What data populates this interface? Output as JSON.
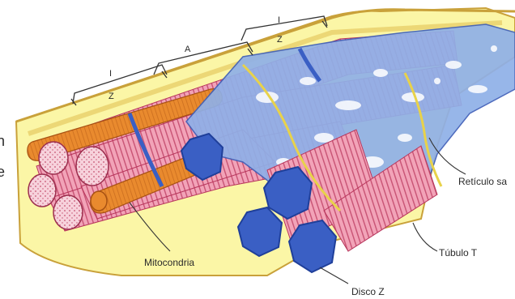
{
  "diagram": {
    "band_labels": {
      "left_i": "I",
      "left_z": "Z",
      "middle_a": "A",
      "right_i": "I",
      "right_z": "Z"
    },
    "edge_letters": {
      "upper": "n",
      "lower": "e"
    },
    "callouts": {
      "mitochondria": "Mitocondria",
      "sarcoplasmic_reticulum": "Retículo sa",
      "t_tubule": "Túbulo T",
      "z_disc": "Disco Z"
    }
  },
  "colors": {
    "sarcolemma_fill": "#fbf6a6",
    "sarcolemma_edge": "#c9a13a",
    "myofibril_pink": "#f2a3b8",
    "myofibril_stripe": "#b8365c",
    "myofibril_end": "#f7d2dc",
    "mitochondria_orange": "#e98a2e",
    "reticulum_blue": "#8fb0e8",
    "reticulum_edge": "#3f5fb8",
    "z_disc_blue": "#3a5fc4",
    "z_disc_dark": "#1f3f9a"
  }
}
